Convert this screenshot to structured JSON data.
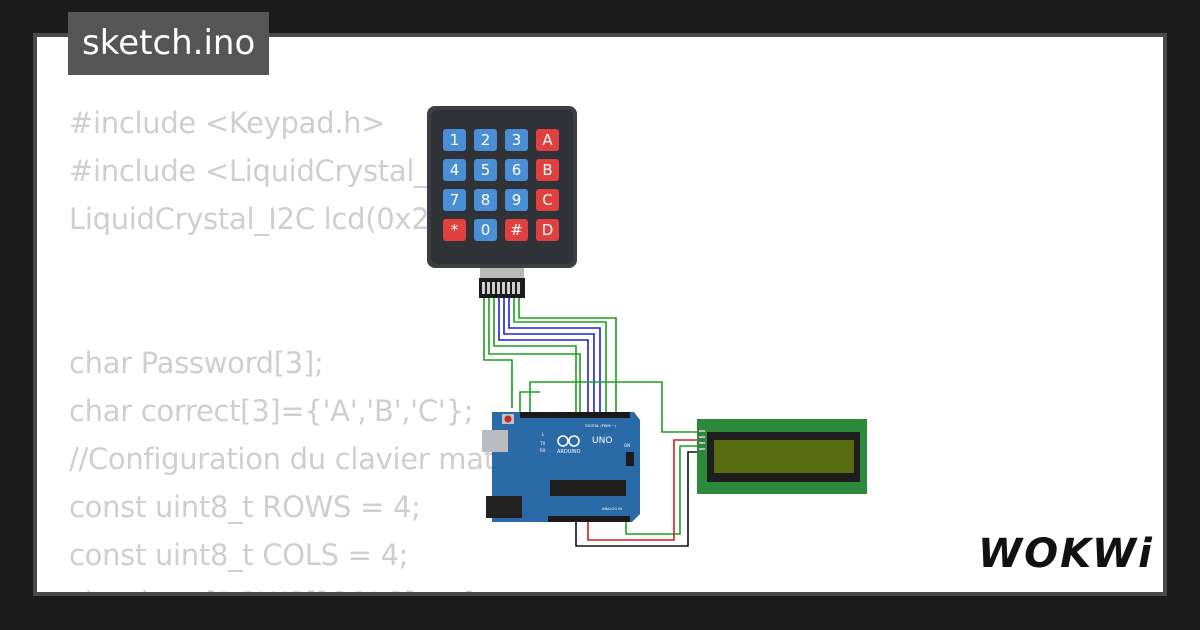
{
  "window": {
    "filename": "sketch.ino"
  },
  "code_lines": [
    "#include <Keypad.h>",
    "#include <LiquidCrystal_I2C.h>",
    "LiquidCrystal_I2C lcd(0x27,16,2);",
    "",
    "",
    "char Password[3];",
    "char correct[3]={'A','B','C'};",
    "//Configuration du clavier matriciel",
    "const uint8_t ROWS = 4;",
    "const uint8_t COLS = 4;",
    "char keys[ROWS][COLS] = {"
  ],
  "keypad": {
    "keys": [
      "1",
      "2",
      "3",
      "A",
      "4",
      "5",
      "6",
      "B",
      "7",
      "8",
      "9",
      "C",
      "*",
      "0",
      "#",
      "D"
    ],
    "colors": {
      "numeric": "#4a8fd6",
      "function": "#e0403f",
      "body": "#3b3e42"
    }
  },
  "arduino": {
    "model": "UNO",
    "brand": "ARDUINO",
    "digital_label": "DIGITAL (PWM ~)",
    "analog_label": "ANALOG IN",
    "led_labels": [
      "L",
      "TX",
      "RX"
    ],
    "on_label": "ON",
    "board_color": "#2a6aa7"
  },
  "lcd": {
    "frame_color": "#2d8a3c",
    "screen_color": "#5a6c12"
  },
  "wires": {
    "green": "#1ea01e",
    "blue": "#1a23d6",
    "red": "#d12020",
    "black": "#111111"
  },
  "brand": {
    "logo_text": "WOKWi"
  }
}
